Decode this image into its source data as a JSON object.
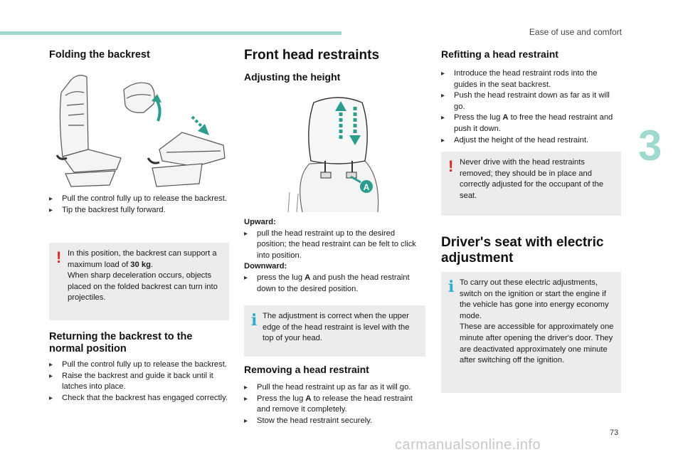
{
  "header": {
    "section": "Ease of use and comfort"
  },
  "chapter_number": "3",
  "page_number": "73",
  "watermark": "carmanualsonline.info",
  "col1": {
    "folding_title": "Folding the backrest",
    "folding_steps": [
      "Pull the control fully up to release the backrest.",
      "Tip the backrest fully forward."
    ],
    "warning_pre": "In this position, the backrest can support a maximum load of ",
    "warning_bold": "30 kg",
    "warning_post": ".",
    "warning_2": "When sharp deceleration occurs, objects placed on the folded backrest can turn into projectiles.",
    "returning_title": "Returning the backrest to the normal position",
    "returning_steps": [
      "Pull the control fully up to release the backrest.",
      "Raise the backrest and guide it back until it latches into place.",
      "Check that the backrest has engaged correctly."
    ]
  },
  "col2": {
    "title": "Front head restraints",
    "adjust_title": "Adjusting the height",
    "marker": "A",
    "upward_label": "Upward:",
    "upward_step": "pull the head restraint up to the desired position; the head restraint can be felt to click into position.",
    "downward_label": "Downward:",
    "downward_pre": "press the lug ",
    "downward_post": " and push the head restraint down to the desired position.",
    "info": "The adjustment is correct when the upper edge of the head restraint is level with the top of your head.",
    "removing_title": "Removing a head restraint",
    "removing_1": "Pull the head restraint up as far as it will go.",
    "removing_2_pre": "Press the lug ",
    "removing_2_post": " to release the head restraint and remove it completely.",
    "removing_3": "Stow the head restraint securely."
  },
  "col3": {
    "refit_title": "Refitting a head restraint",
    "refit_1": "Introduce the head restraint rods into the guides in the seat backrest.",
    "refit_2": "Push the head restraint down as far as it will go.",
    "refit_3_pre": "Press the lug ",
    "refit_3_post": " to free the head restraint and push it down.",
    "refit_4": "Adjust the height of the head restraint.",
    "warning": "Never drive with the head restraints removed; they should be in place and correctly adjusted for the occupant of the seat.",
    "driver_title": "Driver's seat with electric adjustment",
    "info_1": "To carry out these electric adjustments, switch on the ignition or start the engine if the vehicle has gone into energy economy mode.",
    "info_2": "These are accessible for approximately one minute after opening the driver's door. They are deactivated approximately one minute after switching off the ignition."
  },
  "colors": {
    "accent": "#9fd9d0",
    "arrow": "#2a9d8f",
    "warning": "#e2261d",
    "info": "#2eaecf",
    "box": "#ececec"
  }
}
